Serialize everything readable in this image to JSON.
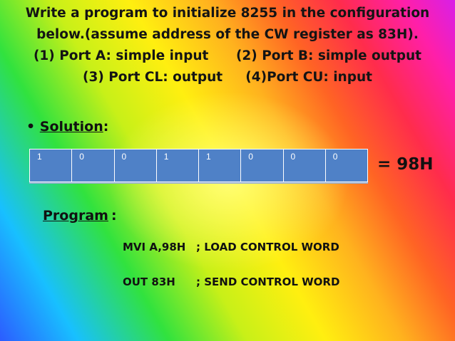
{
  "title_lines": [
    "Write a program to initialize 8255 in the configuration",
    "below.(assume address of the CW register as 83H).",
    "(1) Port A: simple input      (2) Port B: simple output",
    "(3) Port CL: output     (4)Port CU: input"
  ],
  "solution": {
    "bullet": "•",
    "label": "Solution",
    "colon": ":"
  },
  "bits": [
    "1",
    "0",
    "0",
    "1",
    "1",
    "0",
    "0",
    "0"
  ],
  "result": "= 98H",
  "program": {
    "label": "Program",
    "colon": ":"
  },
  "code": [
    {
      "instr": "MVI A,98H",
      "comment": "; LOAD CONTROL WORD"
    },
    {
      "instr": "OUT 83H",
      "comment": "; SEND CONTROL WORD"
    }
  ],
  "colors": {
    "table_fill": "#4f81c7",
    "text": "#111111"
  }
}
